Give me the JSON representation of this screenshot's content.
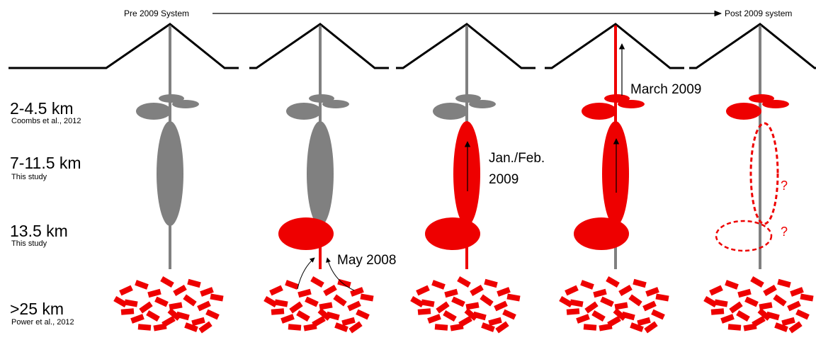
{
  "timeline": {
    "start_label": "Pre 2009 System",
    "end_label": "Post 2009 system"
  },
  "depths": [
    {
      "depth": "2-4.5 km",
      "source": "Coombs et al., 2012"
    },
    {
      "depth": "7-11.5 km",
      "source": "This study"
    },
    {
      "depth": "13.5 km",
      "source": "This study"
    },
    {
      "depth": ">25 km",
      "source": "Power et al., 2012"
    }
  ],
  "annotations": {
    "may_2008": "May 2008",
    "janfeb_line1": "Jan./Feb.",
    "janfeb_line2": "2009",
    "march_2009": "March 2009",
    "unknown_1": "?",
    "unknown_2": "?"
  },
  "colors": {
    "active": "#ee0000",
    "inactive": "#808080",
    "outline": "#000000"
  },
  "stages": [
    {
      "shallow": "inactive",
      "mid": "inactive",
      "deep": "inactive",
      "lower_conduit": "inactive",
      "upper_conduit": "inactive"
    },
    {
      "shallow": "inactive",
      "mid": "inactive",
      "deep": "active",
      "lower_conduit": "active",
      "upper_conduit": "inactive"
    },
    {
      "shallow": "inactive",
      "mid": "active",
      "deep": "active",
      "lower_conduit": "active",
      "upper_conduit": "inactive"
    },
    {
      "shallow": "active",
      "mid": "active",
      "deep": "active",
      "lower_conduit": "inactive",
      "upper_conduit": "active"
    },
    {
      "shallow": "active",
      "mid": "unknown",
      "deep": "unknown",
      "lower_conduit": "inactive",
      "upper_conduit": "inactive"
    }
  ]
}
